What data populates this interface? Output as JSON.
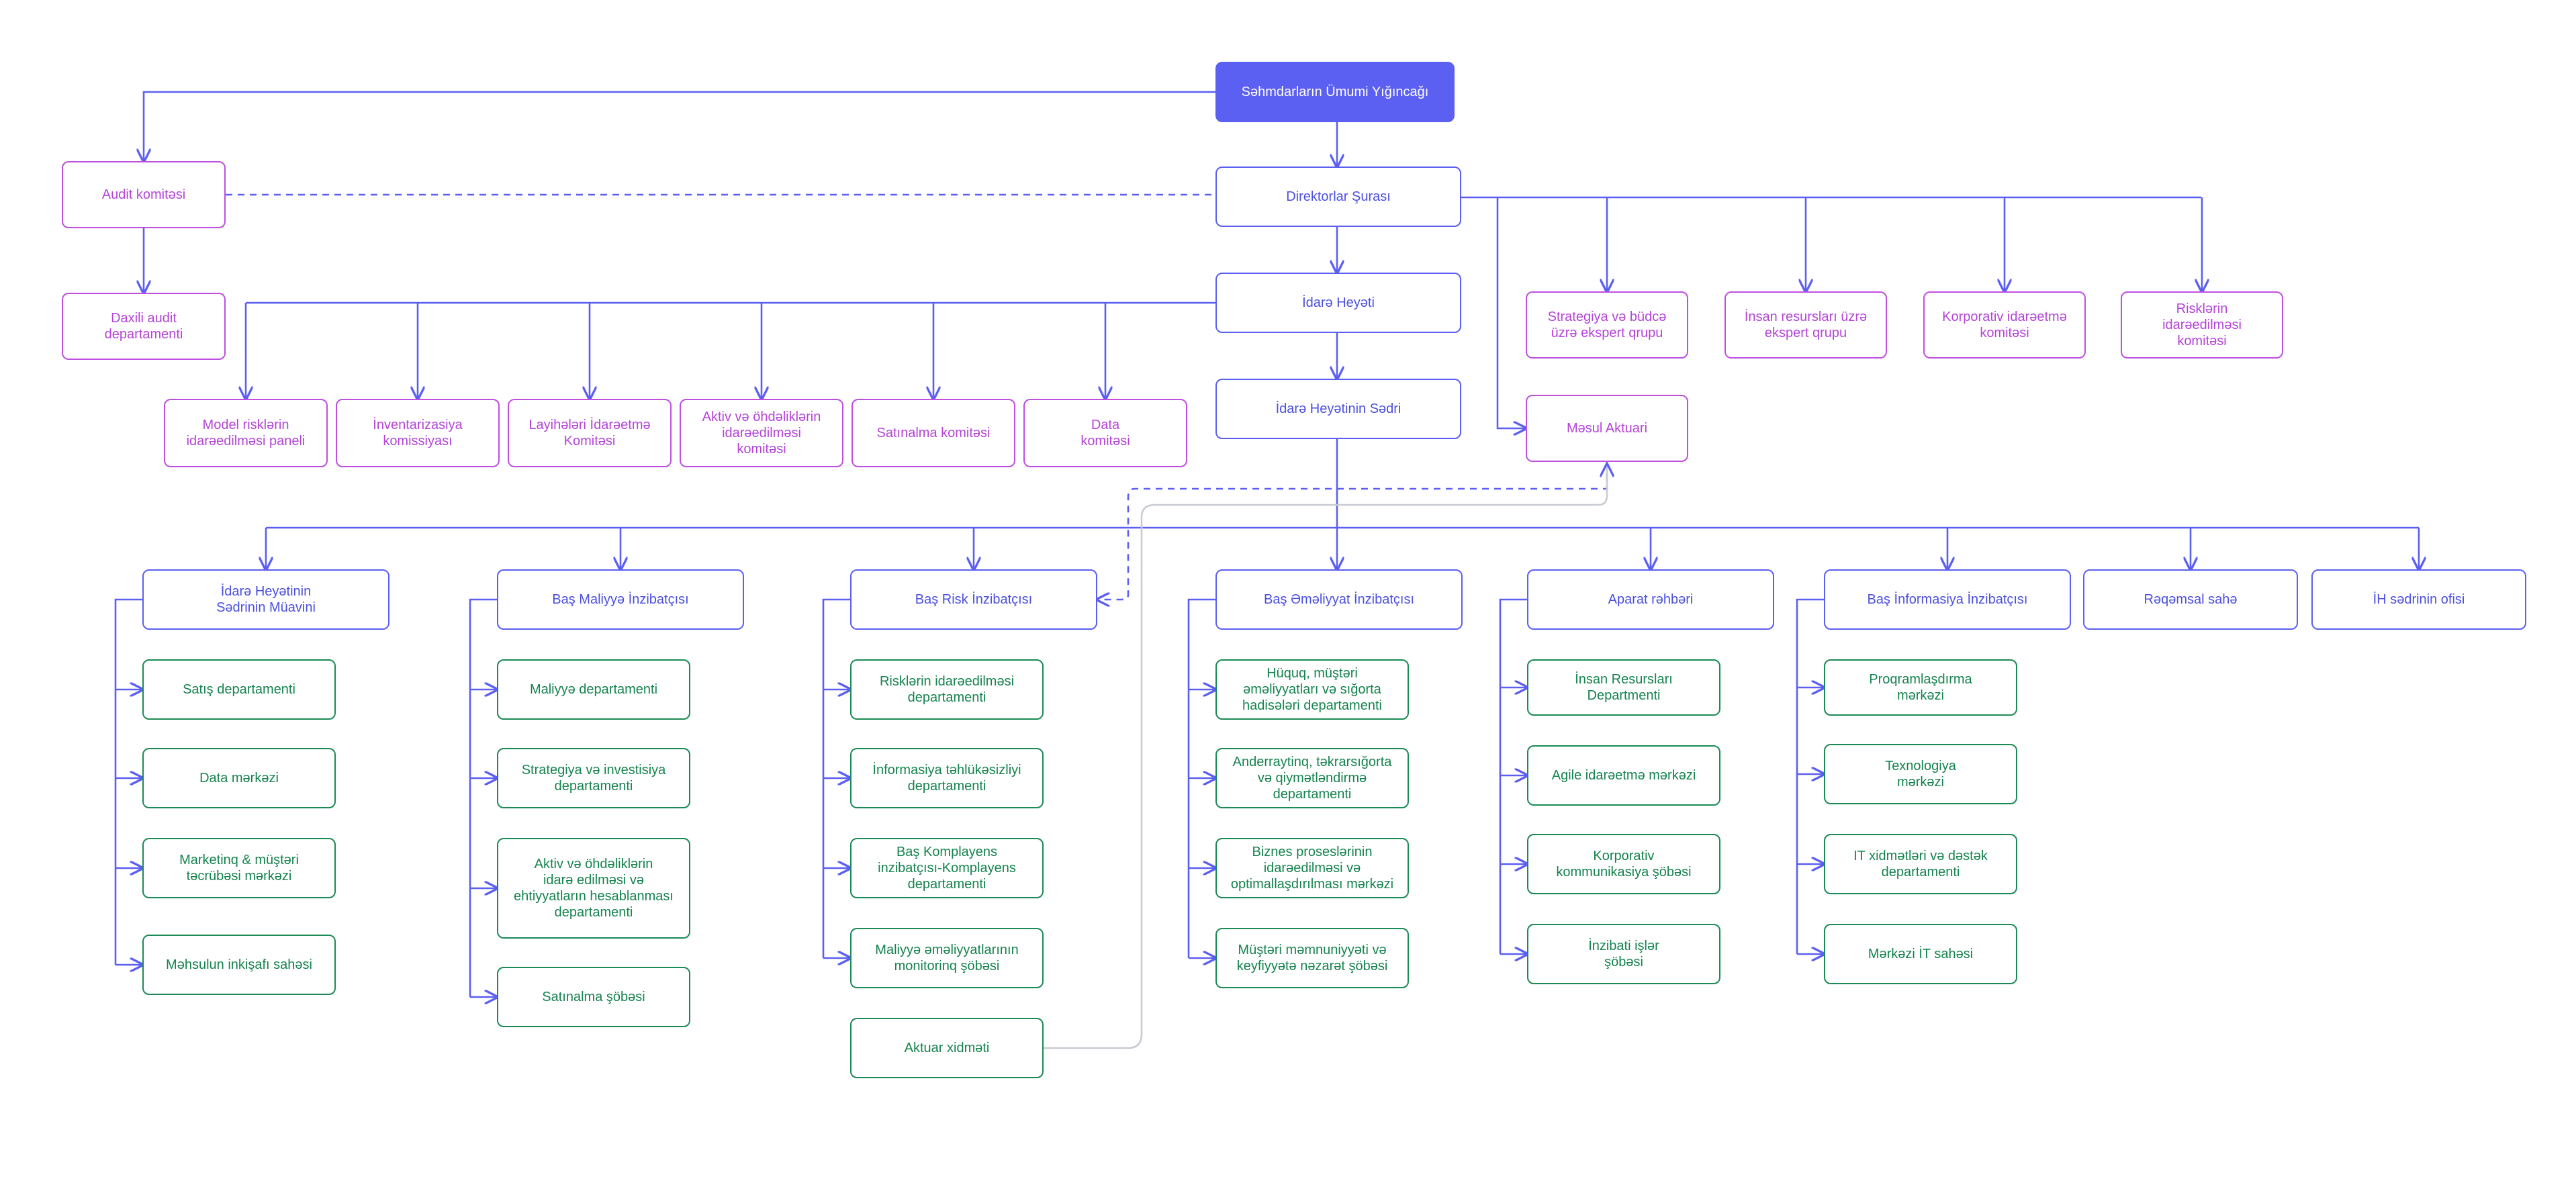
{
  "colors": {
    "accent": "#5b5ff2",
    "committee": "#c04fe0",
    "department": "#1b8a55",
    "dotted_link": "#5b5ff2",
    "grey_link": "#c9cbd3"
  },
  "nodes": {
    "shareholders": "Səhmdarların Ümumi Yığıncağı",
    "audit_committee": "Audit komitəsi",
    "internal_audit": "Daxili audit\ndepartamenti",
    "board_of_directors": "Direktorlar Şurası",
    "management_board": "İdarə Heyəti",
    "chairman": "İdarə Heyətinin Sədri",
    "responsible_actuary": "Məsul Aktuari",
    "board_committees": [
      "Strategiya və büdcə\nüzrə ekspert qrupu",
      "İnsan resursları üzrə\nekspert qrupu",
      "Korporativ idarəetmə\nkomitəsi",
      "Risklərin\nidarəedilməsi\nkomitəsi"
    ],
    "management_committees": [
      "Model risklərin\nidarəedilməsi paneli",
      "İnventarizasiya\nkomissiyası",
      "Layihələri İdarəetmə\nKomitəsi",
      "Aktiv və öhdəliklərin\nidarəedilməsi\nkomitəsi",
      "Satınalma komitəsi",
      "Data\nkomitəsi"
    ],
    "executives": [
      "İdarə Heyətinin\nSədrinin Müavini",
      "Baş Maliyyə İnzibatçısı",
      "Baş Risk İnzibatçısı",
      "Baş Əməliyyat İnzibatçısı",
      "Aparat rəhbəri",
      "Baş İnformasiya İnzibatçısı",
      "Rəqəmsal sahə",
      "İH sədrinin ofisi"
    ],
    "departments": {
      "deputy": [
        "Satış departamenti",
        "Data mərkəzi",
        "Marketinq & müştəri\ntəcrübəsi mərkəzi",
        "Məhsulun inkişafı sahəsi"
      ],
      "cfo": [
        "Maliyyə departamenti",
        "Strategiya və investisiya\ndepartamenti",
        "Aktiv və öhdəliklərin\nidarə edilməsi və\nehtiyyatların hesablanması\ndepartamenti",
        "Satınalma şöbəsi"
      ],
      "cro": [
        "Risklərin idarəedilməsi\ndepartamenti",
        "İnformasiya təhlükəsizliyi\ndepartamenti",
        "Baş Komplayens\ninzibatçısı-Komplayens\ndepartamenti",
        "Maliyyə əməliyyatlarının\nmonitorinq şöbəsi",
        "Aktuar xidməti"
      ],
      "coo": [
        "Hüquq, müştəri\nəməliyyatları və sığorta\nhadisələri departamenti",
        "Anderraytinq, təkrarsığorta\nvə qiymətləndirmə\ndepartamenti",
        "Biznes proseslərinin\nidarəedilməsi və\noptimallaşdırılması mərkəzi",
        "Müştəri məmnuniyyəti və\nkeyfiyyətə nəzarət şöbəsi"
      ],
      "chief_of_staff": [
        "İnsan Resursları\nDepartmenti",
        "Agile idarəetmə mərkəzi",
        "Korporativ\nkommunikasiya şöbəsi",
        "İnzibati işlər\nşöbəsi"
      ],
      "cio": [
        "Proqramlaşdırma\nmərkəzi",
        "Texnologiya\nmərkəzi",
        "IT xidmətləri və dəstək\ndepartamenti",
        "Mərkəzi İT sahəsi"
      ]
    }
  }
}
